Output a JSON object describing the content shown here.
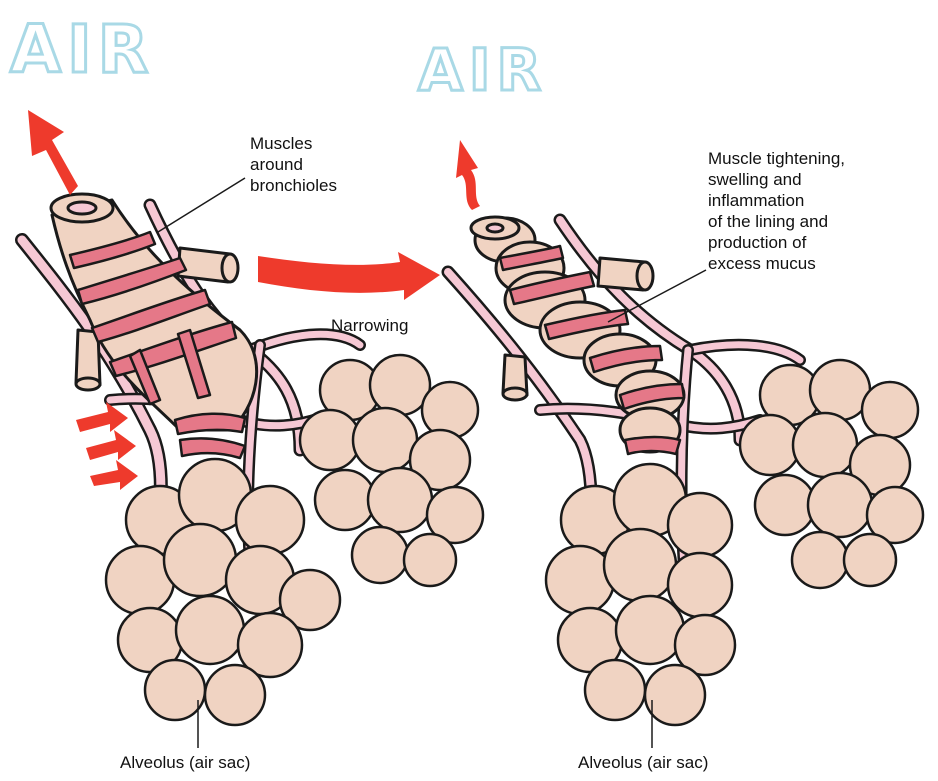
{
  "diagram": {
    "air_left": "AIR",
    "air_right": "AIR",
    "label_muscles": "Muscles\naround\nbronchioles",
    "label_narrowing": "Narrowing",
    "label_tightening": "Muscle tightening,\nswelling and\ninflammation\nof the lining and\nproduction of\nexcess mucus",
    "label_alveolus_left": "Alveolus (air sac)",
    "label_alveolus_right": "Alveolus (air sac)"
  },
  "colors": {
    "tissue": "#f0d3c2",
    "muscle": "#e57888",
    "vessel": "#f6c8d4",
    "arrow": "#ee3a2c",
    "air_outline": "#a9d9e6",
    "outline": "#1a1a1a"
  }
}
